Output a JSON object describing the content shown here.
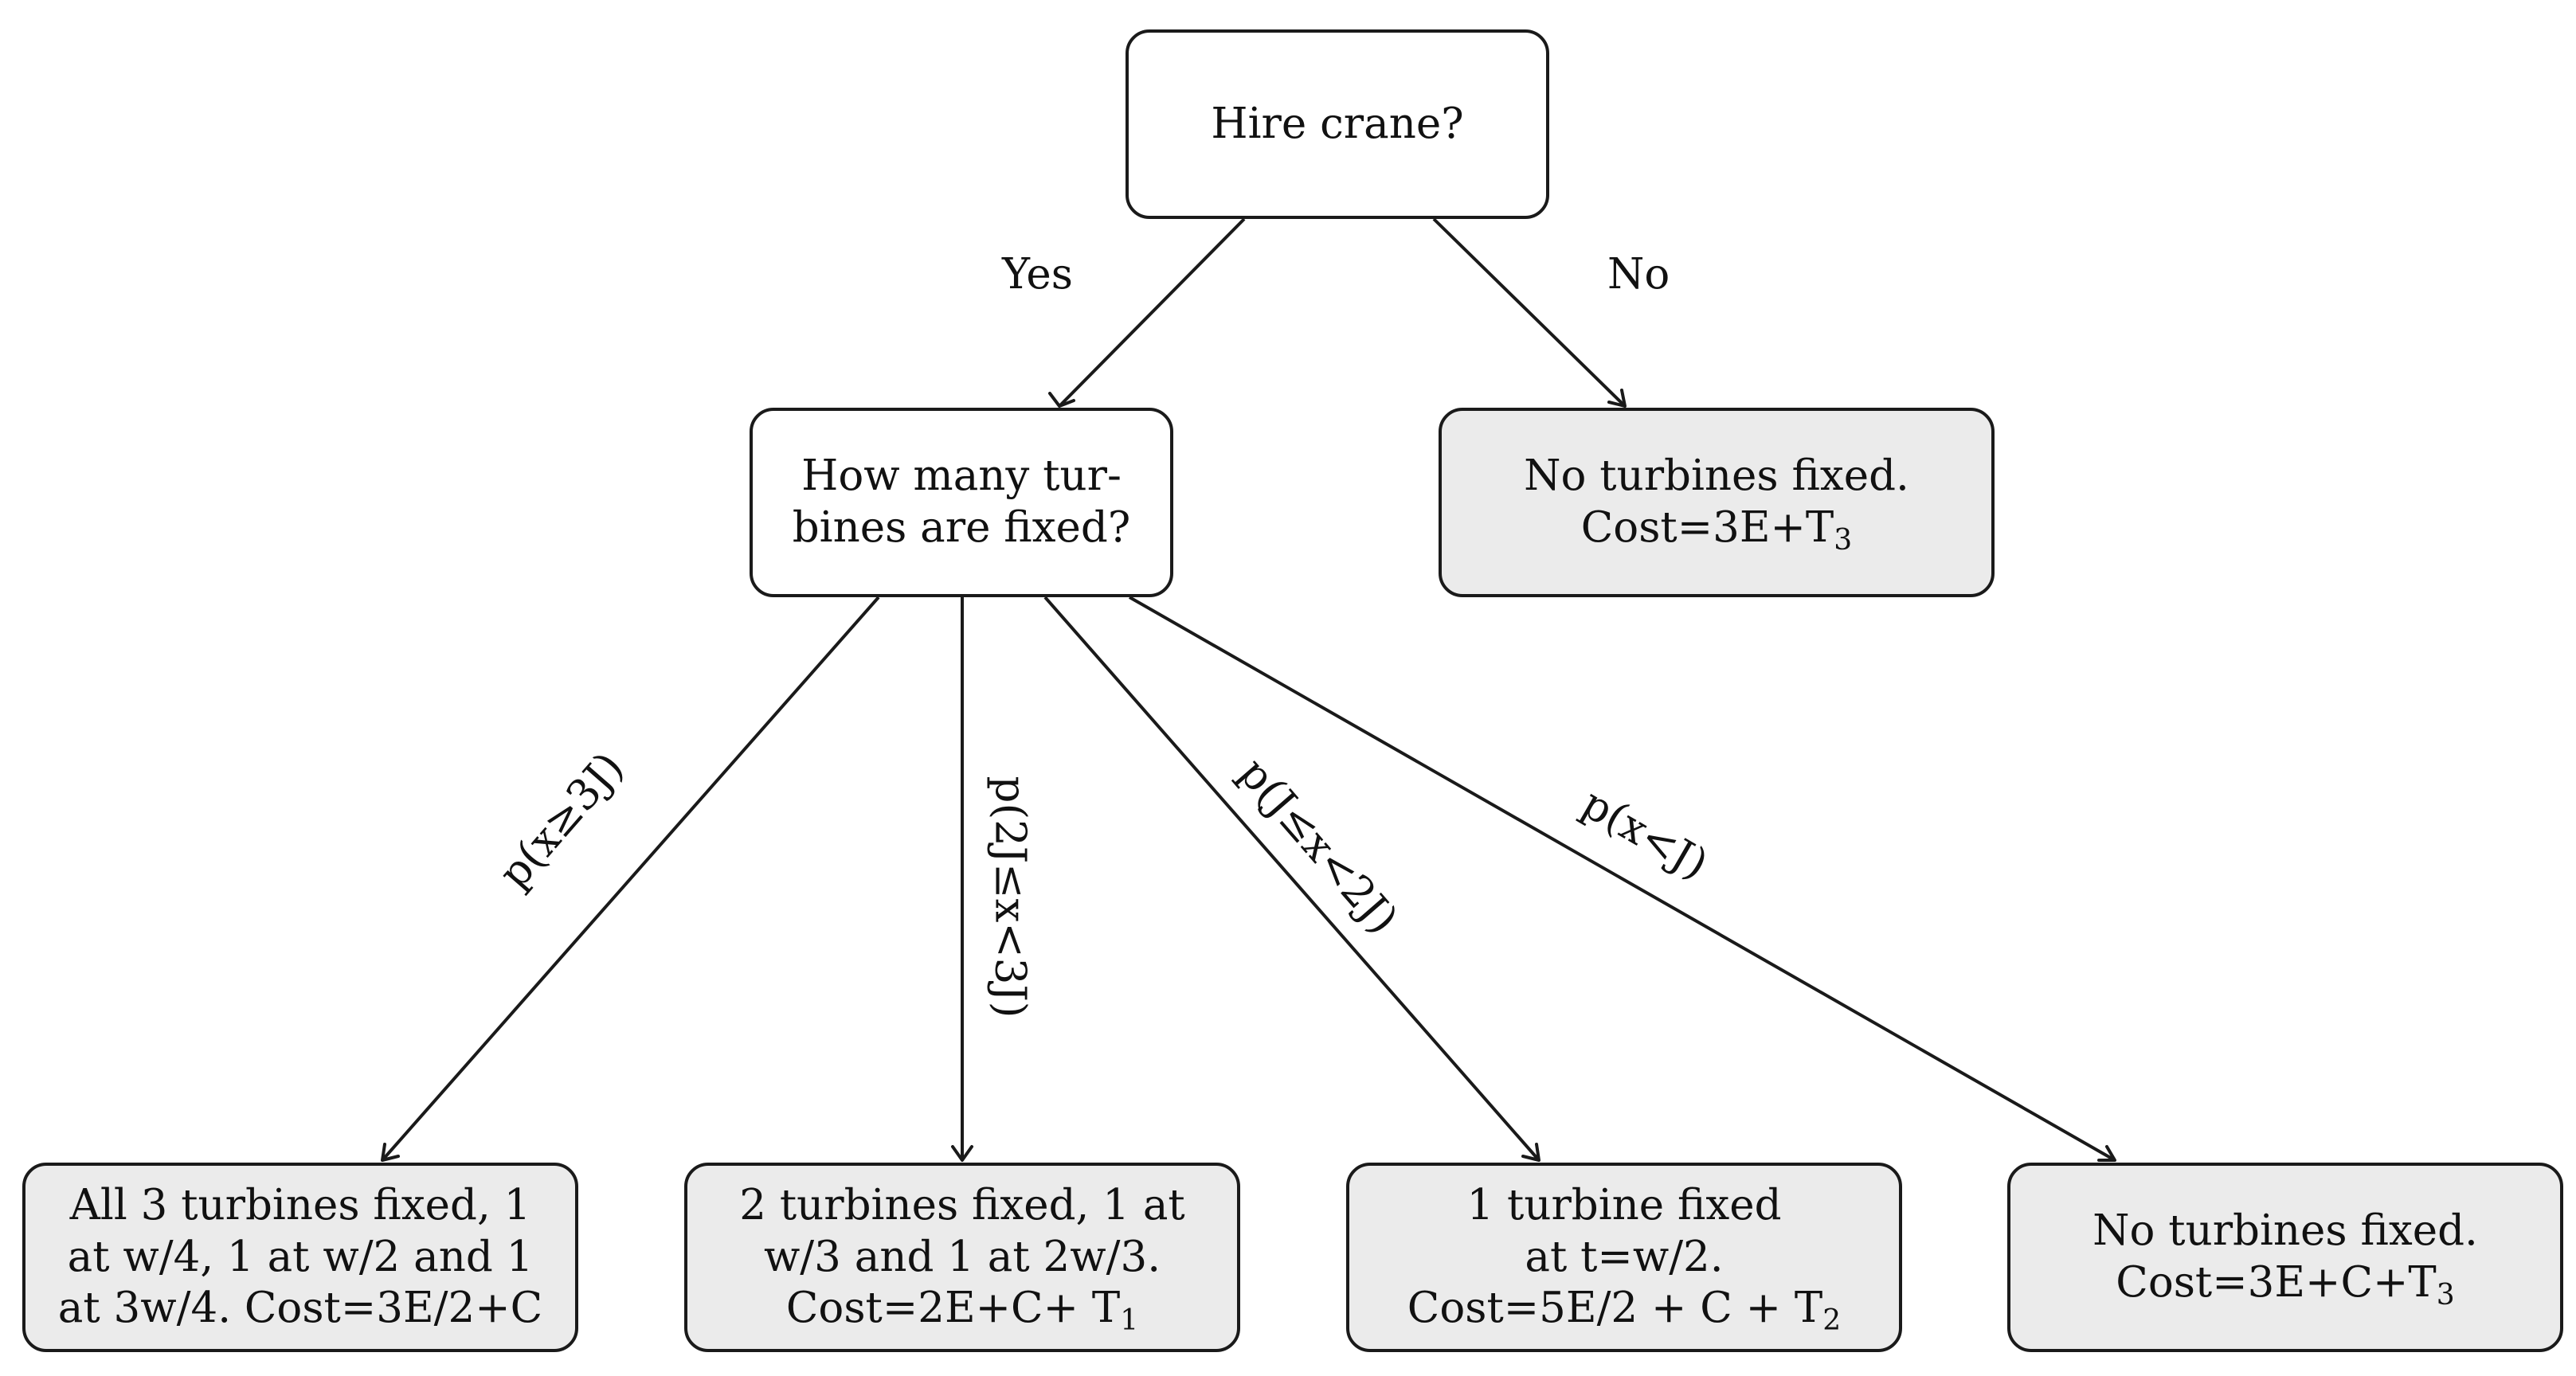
{
  "nodes": {
    "root": {
      "text": "Hire crane?"
    },
    "how_many": {
      "text": "How many tur- bines are fixed?"
    },
    "no_crane": {
      "line1": "No turbines fixed.",
      "line2_pre": "Cost=3E+T",
      "line2_sub": "3"
    },
    "all3": {
      "text": "All 3 turbines fixed, 1 at w/4, 1 at w/2 and 1 at 3w/4.  Cost=3E/2+C"
    },
    "two": {
      "pre": "2 turbines fixed, 1 at w/3 and 1 at 2w/3.  Cost=2E+C+ T",
      "sub": "1"
    },
    "one": {
      "line1": "1 turbine fixed",
      "line2": "at t=w/2.",
      "line3_pre": "Cost=5E/2 + C + T",
      "line3_sub": "2"
    },
    "none": {
      "line1": "No turbines fixed.",
      "line2_pre": "Cost=3E+C+T",
      "line2_sub": "3"
    }
  },
  "edge_labels": {
    "yes": "Yes",
    "no": "No",
    "p_ge_3j": "p(x≥3J)",
    "p_2j_3j": "p(2J≤x<3J)",
    "p_j_2j": "p(J≤x<2J)",
    "p_lt_j": "p(x<J)"
  }
}
